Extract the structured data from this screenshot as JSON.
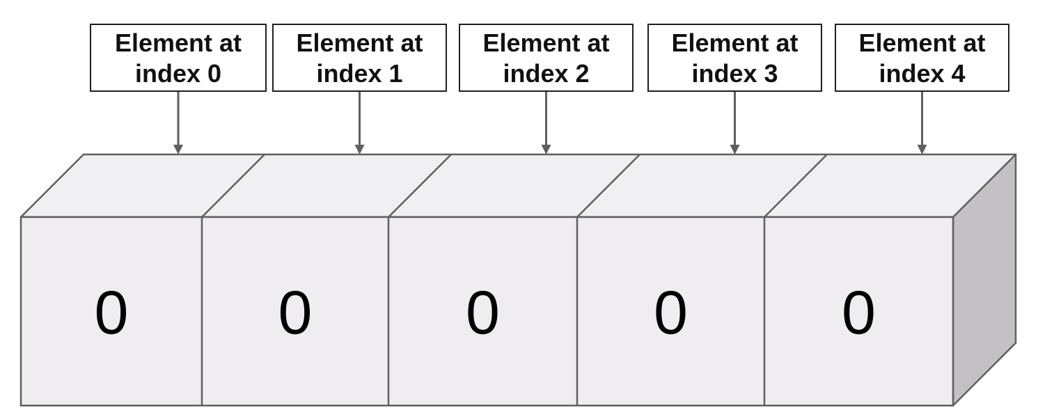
{
  "diagram": {
    "colors": {
      "top_face": "#f0eff1",
      "front_face": "#efedf0",
      "side_face": "#c3c1c4",
      "edge": "#5f5f5f",
      "arrow": "#5f5f5f",
      "label_border": "#1f1f1f",
      "label_fill": "#ffffff"
    },
    "cells": [
      {
        "label_line1": "Element at",
        "label_line2": "index 0",
        "value": "0"
      },
      {
        "label_line1": "Element at",
        "label_line2": "index 1",
        "value": "0"
      },
      {
        "label_line1": "Element at",
        "label_line2": "index 2",
        "value": "0"
      },
      {
        "label_line1": "Element at",
        "label_line2": "index 3",
        "value": "0"
      },
      {
        "label_line1": "Element at",
        "label_line2": "index 4",
        "value": "0"
      }
    ]
  }
}
